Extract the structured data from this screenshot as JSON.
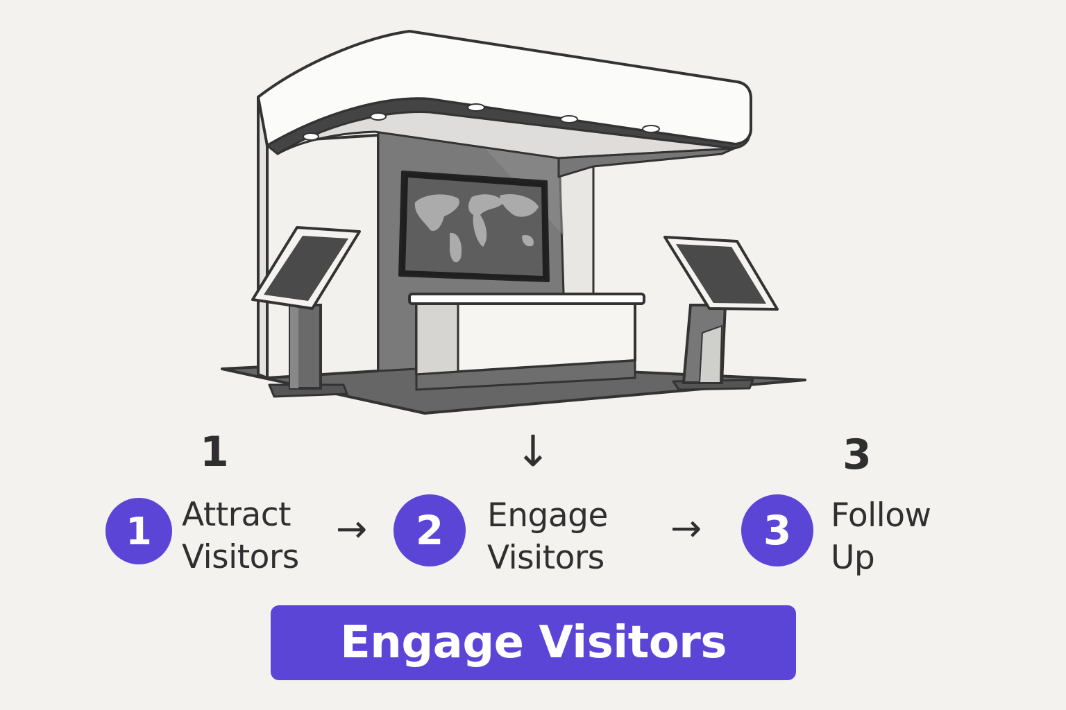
{
  "steps_top": {
    "left_number": "1",
    "right_number": "3",
    "center_arrow": "↓"
  },
  "steps": [
    {
      "number": "1",
      "label_line1": "Attract",
      "label_line2": "Visitors"
    },
    {
      "number": "2",
      "label_line1": "Engage",
      "label_line2": "Visitors"
    },
    {
      "number": "3",
      "label_line1": "Follow",
      "label_line2": "Up"
    }
  ],
  "arrows": {
    "between": "→"
  },
  "cta": {
    "label": "Engage Visitors"
  },
  "colors": {
    "accent": "#5b45d6",
    "text": "#2f2f2f",
    "background": "#f4f2ee"
  },
  "illustration": {
    "subject": "trade-show-booth-icon",
    "parts": [
      "canopy-icon",
      "ceiling-lights-icon",
      "world-map-screen-icon",
      "reception-desk-icon",
      "left-kiosk-icon",
      "right-kiosk-icon",
      "floor-carpet-icon"
    ]
  }
}
